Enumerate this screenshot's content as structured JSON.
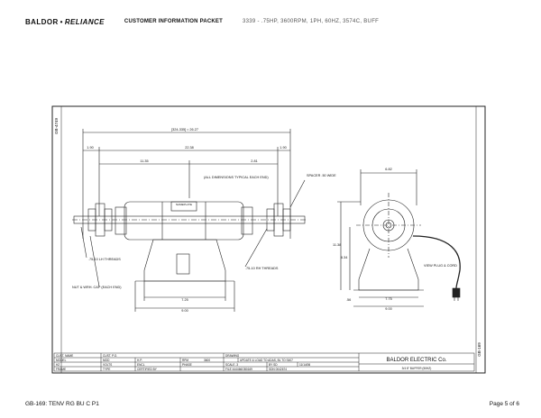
{
  "header": {
    "brand": "BALDOR",
    "brand_sub": "RELIANCE",
    "packet_title": "CUSTOMER INFORMATION PACKET",
    "model_desc": "3339 - .75HP, 3600RPM, 1PH, 60HZ, 3574C, BUFF"
  },
  "drawing": {
    "side_tag_top": "GB-4749",
    "side_tag_bottom": "GB-169",
    "dim_overall": "[324-335] = 26.27",
    "dim_left_small": "1.90",
    "dim_center": "22.38",
    "dim_right_small": "1.90",
    "dim_half_left": "11.35",
    "dim_half_right": "2.81",
    "note_dims": "(ALL DIMENSIONS TYPICAL EACH END)",
    "nameplate": "NAMEPLATE",
    "spacer": "SPACER .50 WIDE",
    "lh_threads": ".75-10 LH THREADS",
    "rh_threads": ".75-10 RH THREADS",
    "nut_cap": "NUT & WRH. CAP (EACH END)",
    "base_w1": "7.25",
    "base_w2": "9.00",
    "side_top_dim": "6.82",
    "side_height": "11.38",
    "side_small_h": "6.34",
    "side_base_w1": "7.75",
    "side_base_w2": "9.00",
    "side_left_off": ".56",
    "plug_note": "VIEW PLUG & CORD"
  },
  "title_block": {
    "cust_name": "CUST. NAME",
    "cust_po": "CUST. P.O.",
    "model": "MODEL",
    "mod": "MOD",
    "hp": "H.P.",
    "rpm": "RPM",
    "rpm_val": "3600",
    "hz": "HZ",
    "volts": "VOLTS",
    "encl": "ENCL",
    "phase": "PHASE",
    "frame": "FRAME",
    "type": "TYPE",
    "certified_by": "CERTIFIED BY",
    "drawing": "DRAWING",
    "rev_desc": "UPDATE & LOAD TO ADAS, BL TO S407",
    "scale": "SCALE .3",
    "by": "BY SD",
    "date": "11/14/06",
    "file": "FILE 444466GB0169",
    "sdn": "SDN 0042674",
    "company": "BALDOR ELECTRIC Co.",
    "part_title": "3/4 8\" BUFFER (50HZ)"
  },
  "footer": {
    "left": "GB-169: TENV RG BU C P1",
    "right": "Page 5 of 6"
  }
}
